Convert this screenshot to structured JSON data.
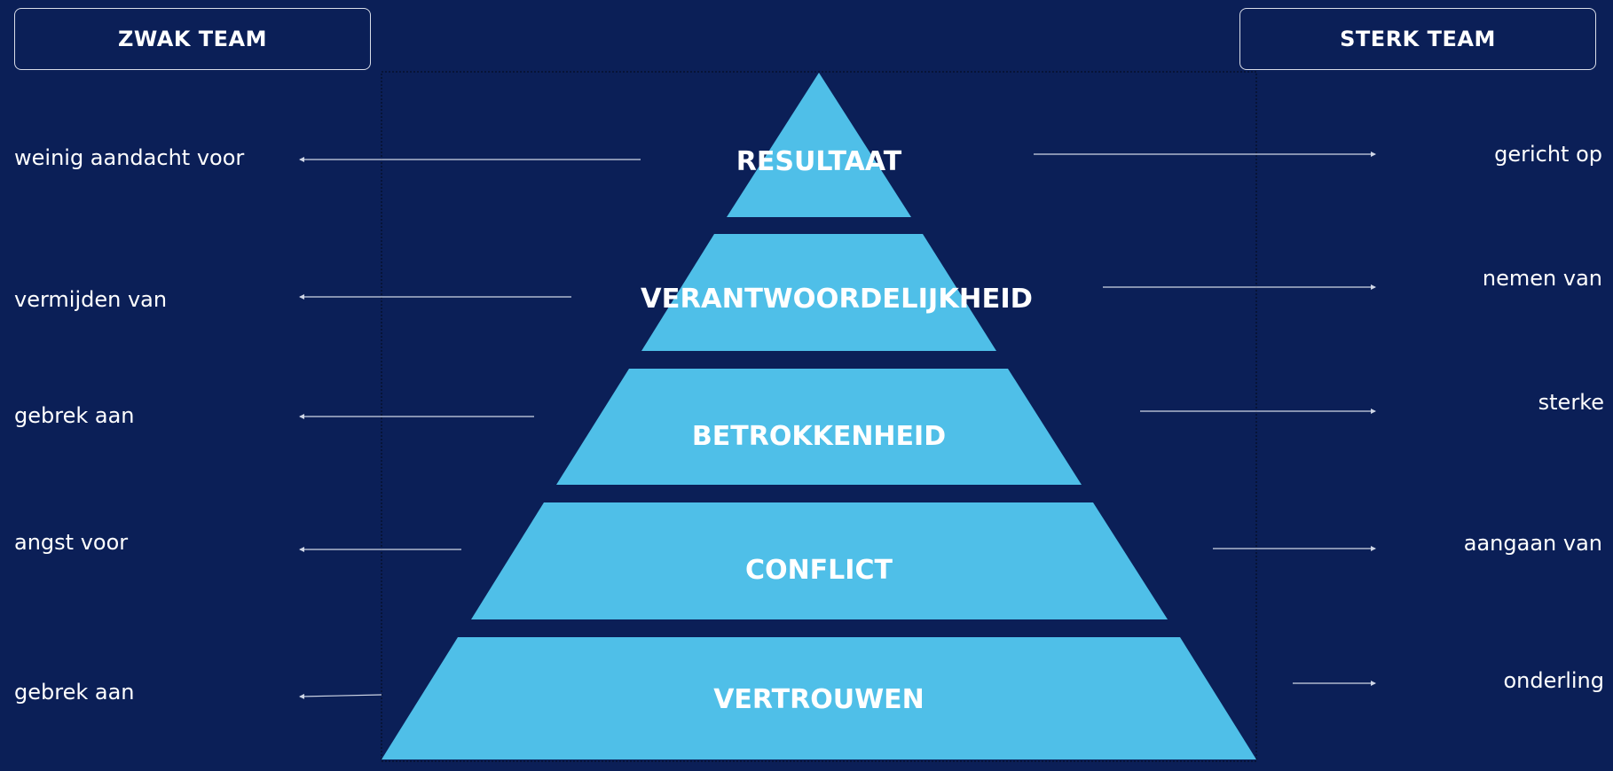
{
  "headers": {
    "left": "ZWAK TEAM",
    "right": "STERK TEAM"
  },
  "levels": [
    {
      "title": "RESULTAAT",
      "weak": "weinig aandacht voor",
      "strong": "gericht op"
    },
    {
      "title": "VERANTWOORDELIJKHEID",
      "weak": "vermijden van",
      "strong": "nemen van"
    },
    {
      "title": "BETROKKENHEID",
      "weak": "gebrek aan",
      "strong": "sterke"
    },
    {
      "title": "CONFLICT",
      "weak": "angst voor",
      "strong": "aangaan van"
    },
    {
      "title": "VERTROUWEN",
      "weak": "gebrek aan",
      "strong": "onderling"
    }
  ],
  "colors": {
    "background": "#0b1f57",
    "pyramid": "#4fbfe8",
    "text": "#ffffff",
    "arrow": "#cfd6e6"
  }
}
